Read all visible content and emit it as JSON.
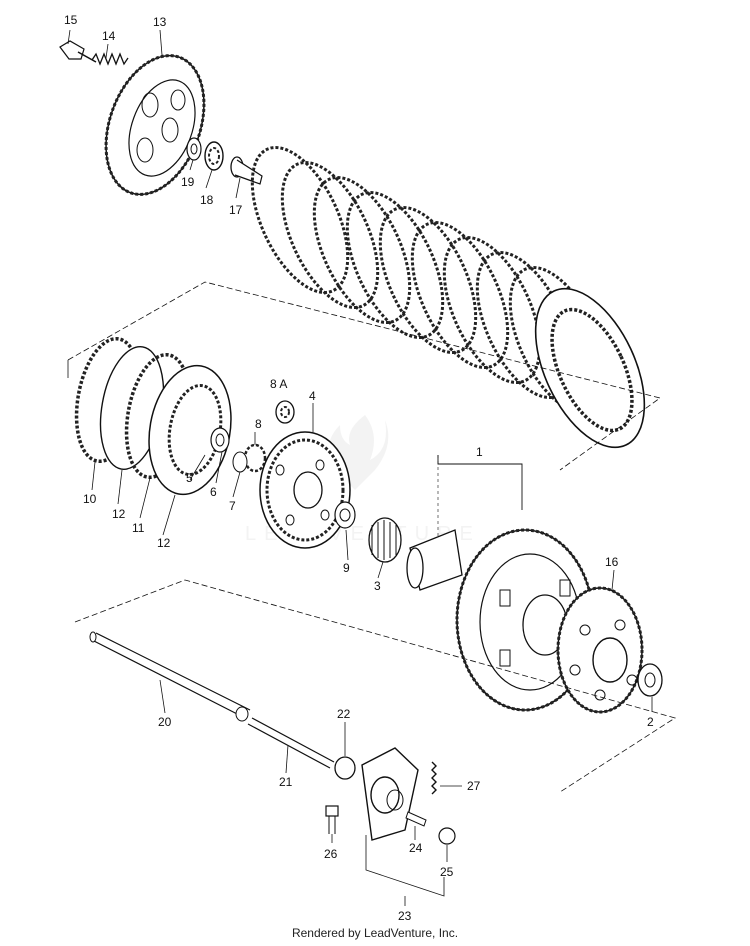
{
  "part_labels": {
    "p15": "15",
    "p14": "14",
    "p13": "13",
    "p19": "19",
    "p18": "18",
    "p17": "17",
    "p8a": "8 A",
    "p4": "4",
    "p8": "8",
    "p5": "5",
    "p6": "6",
    "p7": "7",
    "p10": "10",
    "p12a": "12",
    "p11": "11",
    "p12b": "12",
    "p1": "1",
    "p9": "9",
    "p3": "3",
    "p16": "16",
    "p2": "2",
    "p20": "20",
    "p21": "21",
    "p22": "22",
    "p27": "27",
    "p26": "26",
    "p24": "24",
    "p25": "25",
    "p23": "23"
  },
  "footer": {
    "credit": "Rendered by LeadVenture, Inc."
  },
  "colors": {
    "ink": "#111111",
    "watermark": "#e8e8e8"
  }
}
